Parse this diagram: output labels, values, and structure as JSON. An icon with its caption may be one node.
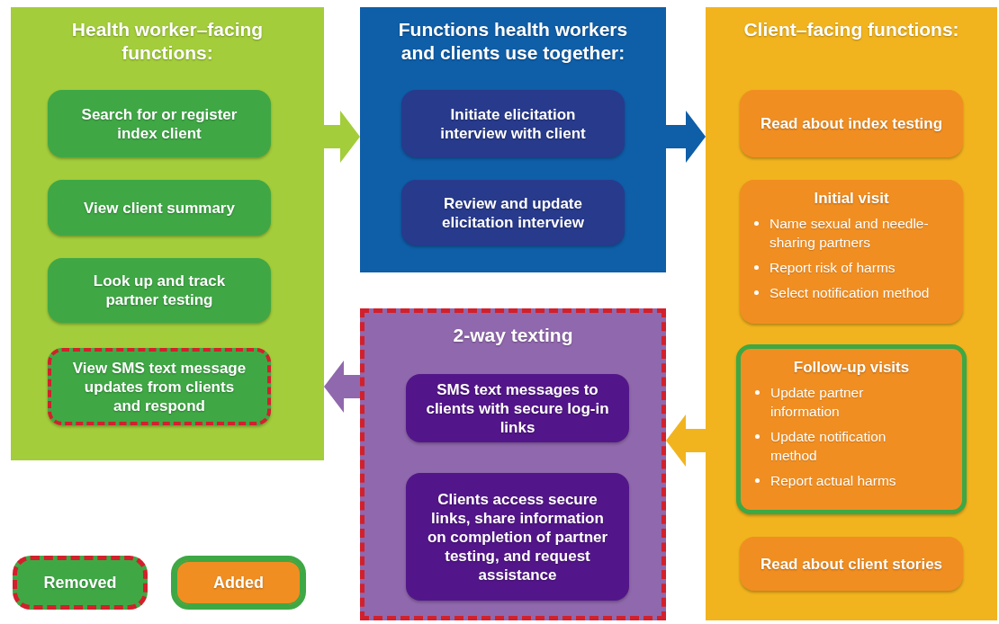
{
  "diagram": {
    "nodes": [
      {
        "text": [
          "Health worker–facing functions:"
        ]
      },
      {
        "text": [
          "Search for or register index client"
        ],
        "in": 0
      },
      {
        "text": [
          "View client summary"
        ],
        "in": 0
      },
      {
        "text": [
          "Look up and track partner testing"
        ],
        "in": 0
      },
      {
        "text": [
          "View SMS text message updates from clients and respond"
        ],
        "in": 0
      },
      {
        "text": [
          "Functions health workers and clients use together:"
        ]
      },
      {
        "text": [
          "Initiate elicitation interview with client"
        ],
        "in": 5
      },
      {
        "text": [
          "Review and update elicitation interview"
        ],
        "in": 5
      },
      {
        "text": [
          "Client–facing functions:"
        ]
      },
      {
        "text": [
          "Read about index testing"
        ],
        "in": 8
      },
      {
        "text": [
          "Initial visit",
          "Name sexual and needle-sharing partners",
          "Report risk of harms",
          "Select notification method"
        ],
        "in": 8
      },
      {
        "text": [
          "Follow-up visits",
          "Update partner information",
          "Update notification method",
          "Report actual harms"
        ],
        "in": 8
      },
      {
        "text": [
          "Read about client stories"
        ],
        "in": 8
      },
      {
        "text": [
          "2-way texting"
        ]
      },
      {
        "text": [
          "SMS text messages to clients with secure log-in links"
        ],
        "in": 13
      },
      {
        "text": [
          "Clients access secure links, share information on completion of partner testing, and request assistance"
        ],
        "in": 13
      }
    ],
    "edges": [
      {
        "from": 0,
        "to": 5,
        "arrow": "to",
        "style": "thick",
        "color": "#a3cd3b"
      },
      {
        "from": 5,
        "to": 8,
        "arrow": "to",
        "style": "thick",
        "color": "#0f5ea8"
      },
      {
        "from": 8,
        "to": 13,
        "arrow": "to",
        "style": "thick",
        "color": "#f2b41e"
      },
      {
        "from": 13,
        "to": 0,
        "arrow": "to",
        "style": "thick",
        "color": "#9068ad"
      }
    ],
    "legend": [
      {
        "text": "Removed"
      },
      {
        "text": "Added"
      }
    ]
  }
}
